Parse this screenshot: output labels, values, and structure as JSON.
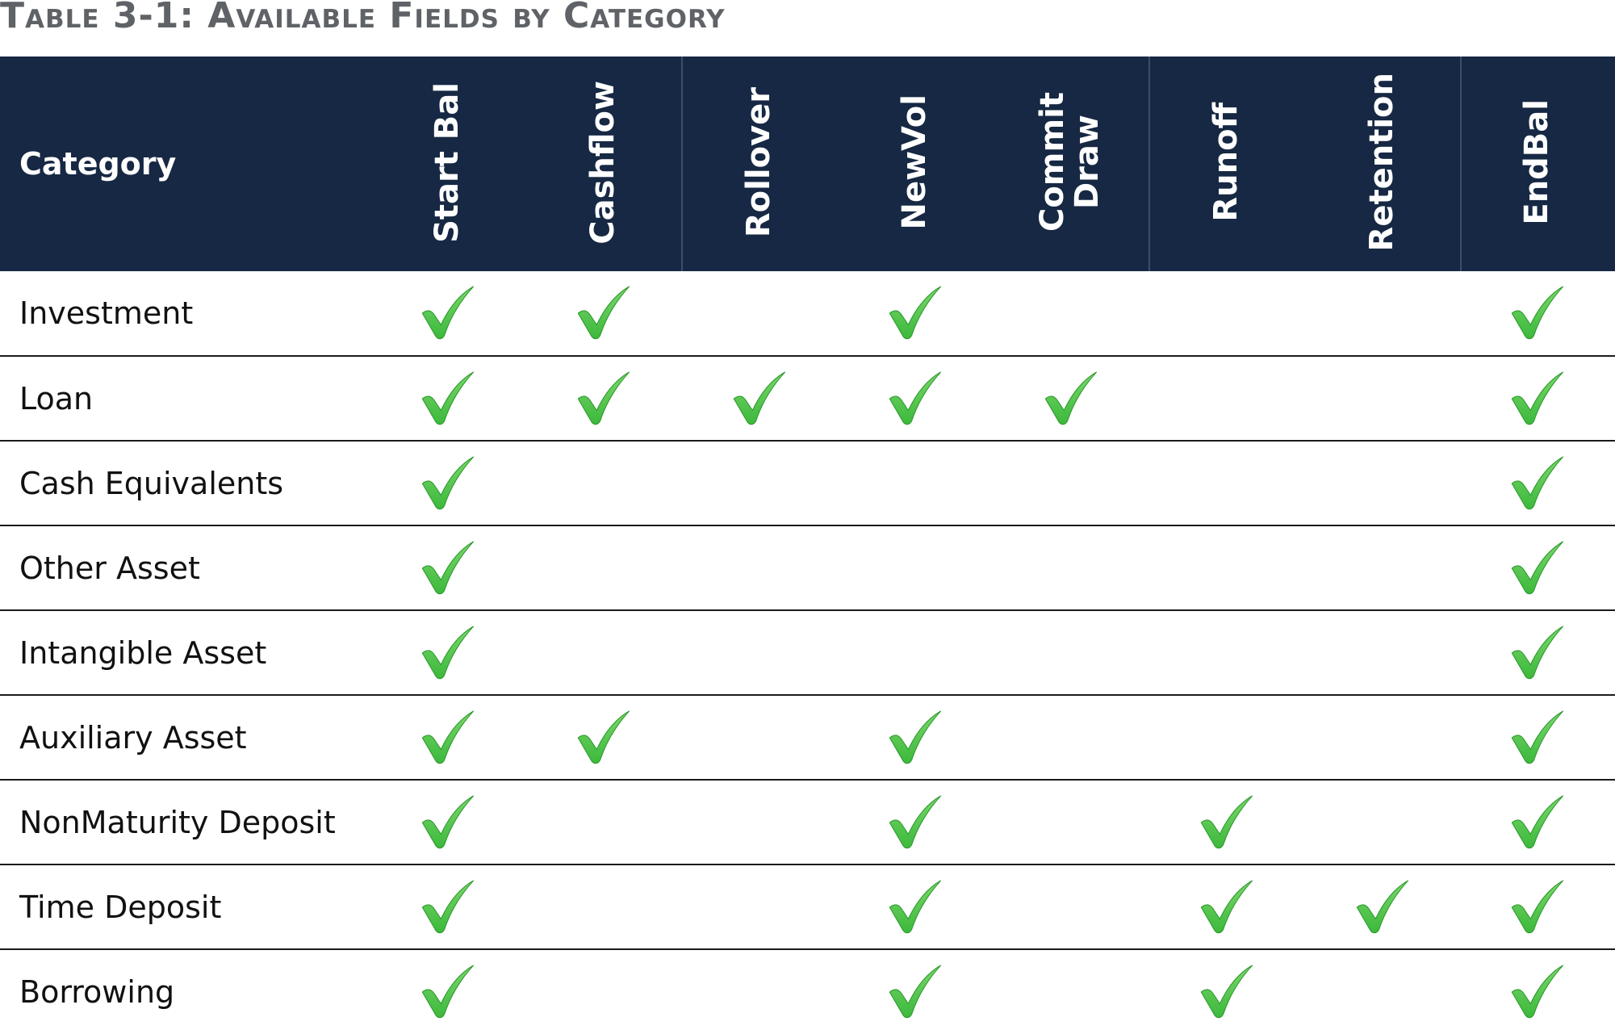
{
  "caption": "Table 3-1:  Available Fields by Category",
  "colors": {
    "header_background": "#162843",
    "header_text": "#ffffff",
    "check_green": "#3cb83c",
    "caption_text": "#5f6266",
    "row_rule": "#1a1a1a"
  },
  "table": {
    "category_header": "Category",
    "columns": [
      {
        "key": "start_bal",
        "label": "Start Bal"
      },
      {
        "key": "cashflow",
        "label": "Cashflow"
      },
      {
        "key": "rollover",
        "label": "Rollover"
      },
      {
        "key": "newvol",
        "label": "NewVol"
      },
      {
        "key": "commit_draw",
        "label": "Commit\nDraw"
      },
      {
        "key": "runoff",
        "label": "Runoff"
      },
      {
        "key": "retention",
        "label": "Retention"
      },
      {
        "key": "endbal",
        "label": "EndBal"
      }
    ],
    "rows": [
      {
        "category": "Investment",
        "checks": [
          true,
          true,
          false,
          true,
          false,
          false,
          false,
          true
        ]
      },
      {
        "category": "Loan",
        "checks": [
          true,
          true,
          true,
          true,
          true,
          false,
          false,
          true
        ]
      },
      {
        "category": "Cash Equivalents",
        "checks": [
          true,
          false,
          false,
          false,
          false,
          false,
          false,
          true
        ]
      },
      {
        "category": "Other Asset",
        "checks": [
          true,
          false,
          false,
          false,
          false,
          false,
          false,
          true
        ]
      },
      {
        "category": "Intangible Asset",
        "checks": [
          true,
          false,
          false,
          false,
          false,
          false,
          false,
          true
        ]
      },
      {
        "category": "Auxiliary Asset",
        "checks": [
          true,
          true,
          false,
          true,
          false,
          false,
          false,
          true
        ]
      },
      {
        "category": "NonMaturity Deposit",
        "checks": [
          true,
          false,
          false,
          true,
          false,
          true,
          false,
          true
        ]
      },
      {
        "category": "Time Deposit",
        "checks": [
          true,
          false,
          false,
          true,
          false,
          true,
          true,
          true
        ]
      },
      {
        "category": "Borrowing",
        "checks": [
          true,
          false,
          false,
          true,
          false,
          true,
          false,
          true
        ]
      }
    ],
    "check_icon": "checkmark-icon"
  }
}
